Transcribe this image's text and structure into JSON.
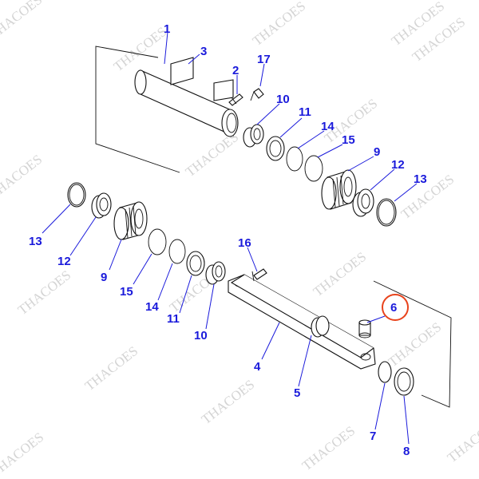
{
  "diagram": {
    "watermark_text": "THACOES",
    "labels": [
      {
        "id": "label-1",
        "text": "1"
      },
      {
        "id": "label-3",
        "text": "3"
      },
      {
        "id": "label-2",
        "text": "2"
      },
      {
        "id": "label-17",
        "text": "17"
      },
      {
        "id": "label-10-top",
        "text": "10"
      },
      {
        "id": "label-11-top",
        "text": "11"
      },
      {
        "id": "label-14-top",
        "text": "14"
      },
      {
        "id": "label-15-top",
        "text": "15"
      },
      {
        "id": "label-9-top",
        "text": "9"
      },
      {
        "id": "label-12-top",
        "text": "12"
      },
      {
        "id": "label-13-top",
        "text": "13"
      },
      {
        "id": "label-13-left",
        "text": "13"
      },
      {
        "id": "label-12-left",
        "text": "12"
      },
      {
        "id": "label-9-left",
        "text": "9"
      },
      {
        "id": "label-15-left",
        "text": "15"
      },
      {
        "id": "label-14-left",
        "text": "14"
      },
      {
        "id": "label-11-left",
        "text": "11"
      },
      {
        "id": "label-10-left",
        "text": "10"
      },
      {
        "id": "label-16",
        "text": "16"
      },
      {
        "id": "label-6",
        "text": "6"
      },
      {
        "id": "label-4",
        "text": "4"
      },
      {
        "id": "label-5",
        "text": "5"
      },
      {
        "id": "label-7",
        "text": "7"
      },
      {
        "id": "label-8",
        "text": "8"
      }
    ],
    "highlight_label": "6",
    "highlight_color": "#e8431c",
    "label_color": "#1a1adb"
  }
}
